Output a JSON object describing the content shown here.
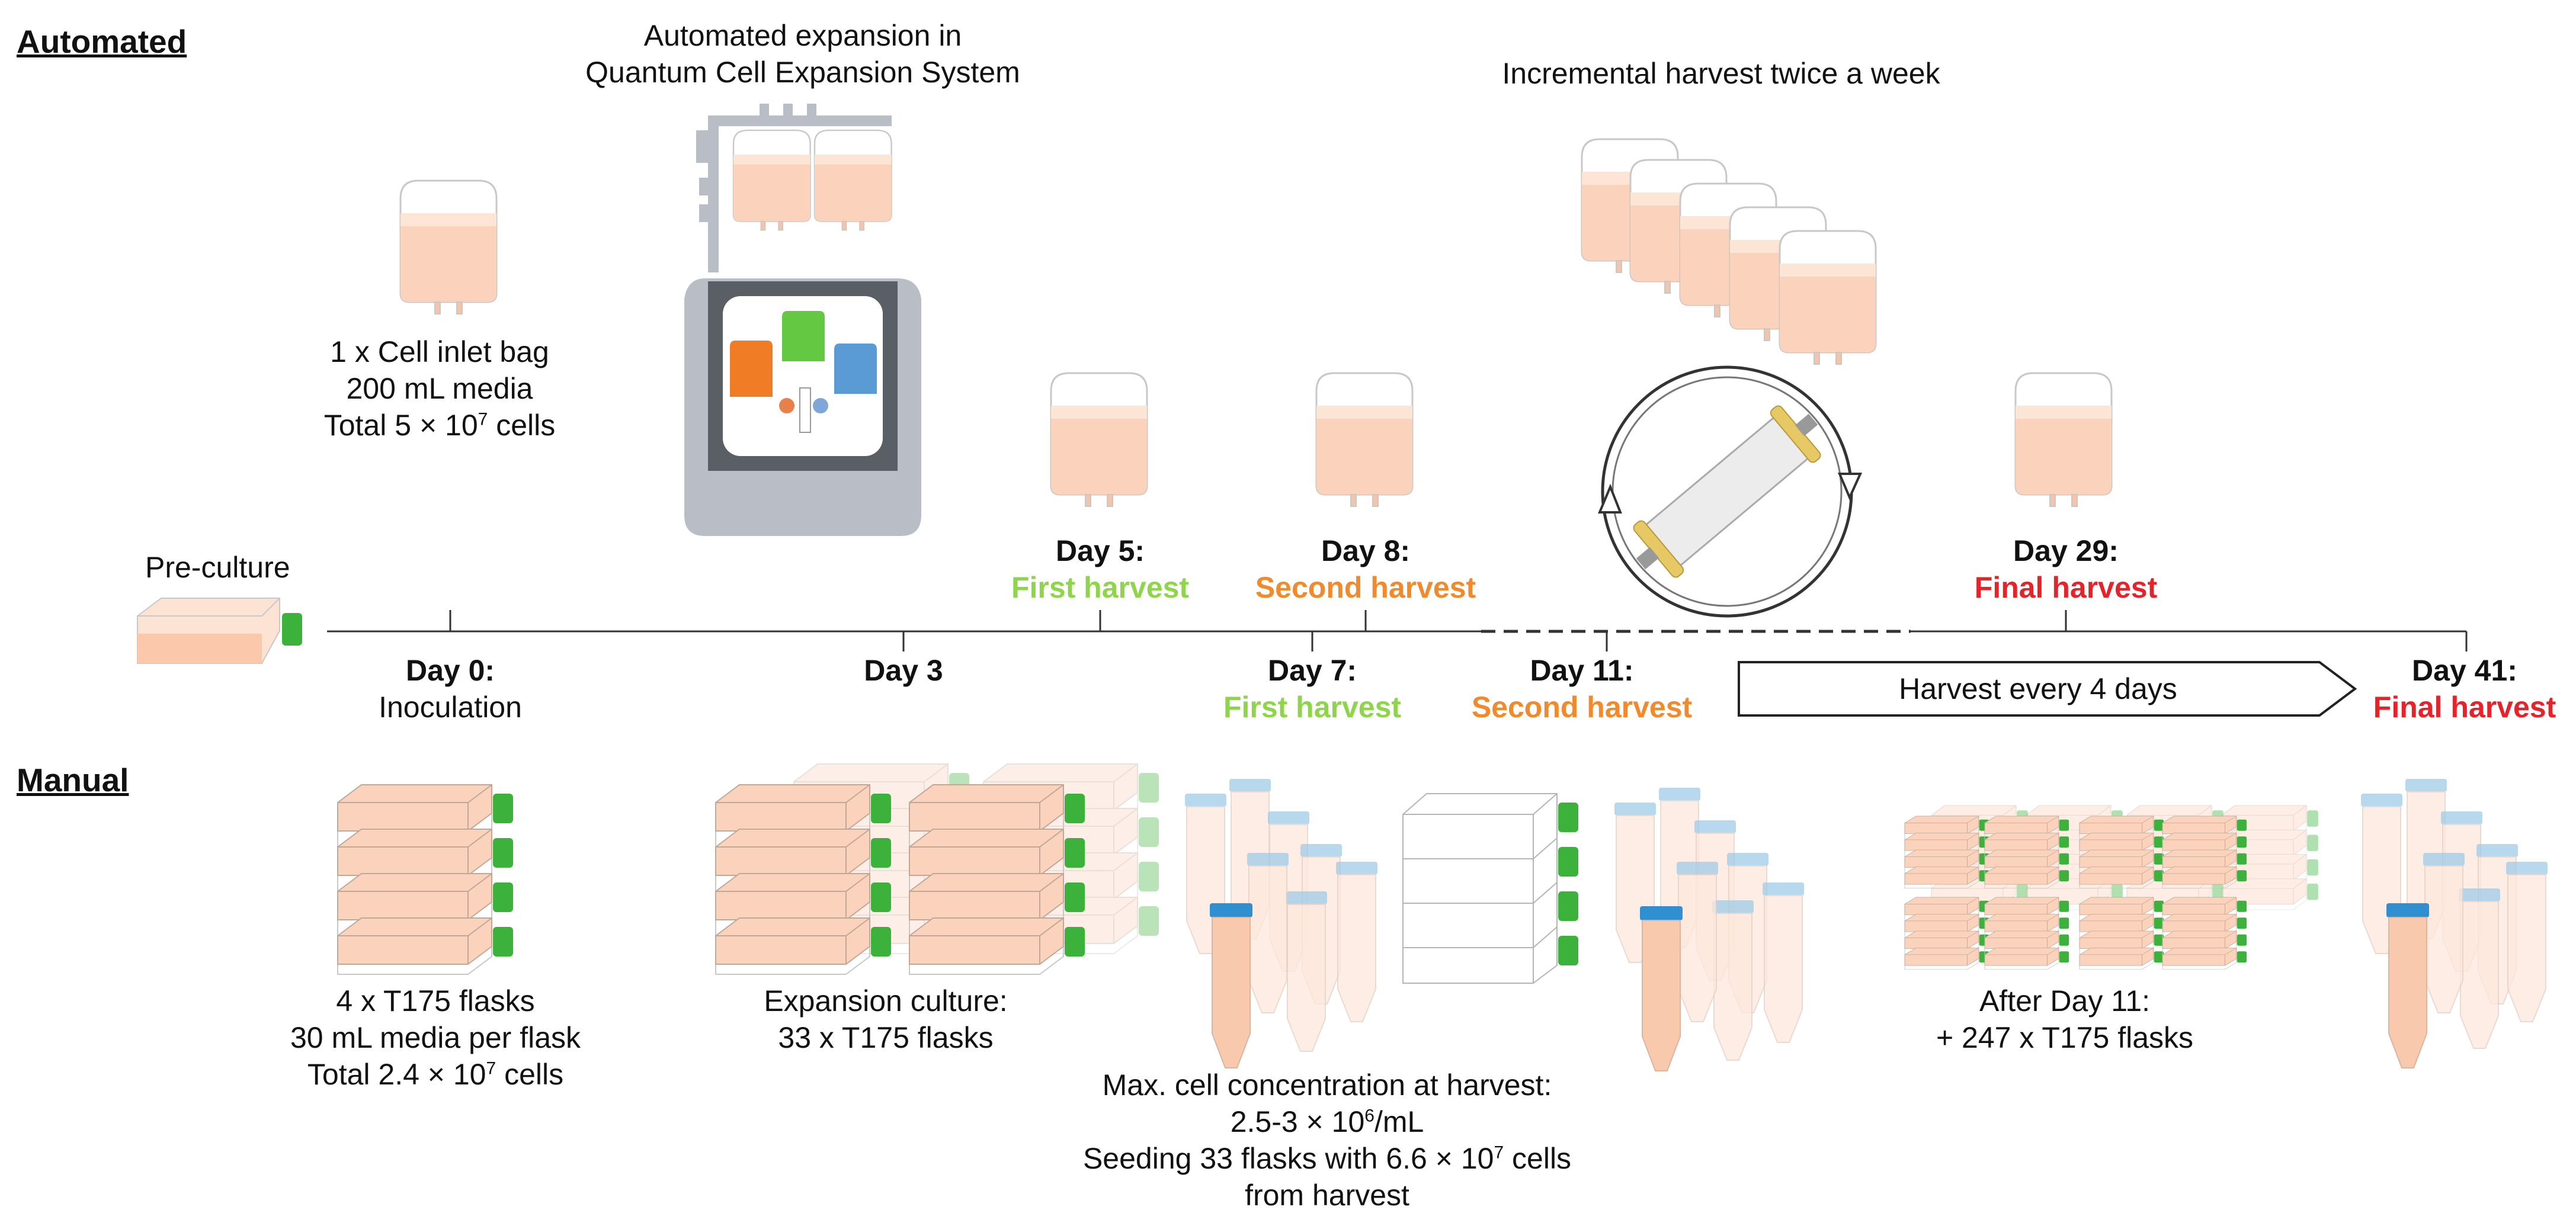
{
  "sections": {
    "automated": "Automated",
    "manual": "Manual"
  },
  "automated": {
    "preculture": "Pre-culture",
    "quantum_title_1": "Automated expansion in",
    "quantum_title_2": "Quantum Cell Expansion System",
    "inlet_1": "1 x Cell inlet bag",
    "inlet_2": "200 mL media",
    "inlet_3": "Total 5 × 10",
    "inlet_3_sup": "7",
    "inlet_3_tail": " cells",
    "incremental": "Incremental harvest twice a week",
    "day5": "Day 5:",
    "day5_sub": "First harvest",
    "day8": "Day 8:",
    "day8_sub": "Second harvest",
    "day29": "Day 29:",
    "day29_sub": "Final harvest"
  },
  "timeline": {
    "day0": "Day 0:",
    "day0_sub": "Inoculation",
    "day3": "Day 3",
    "day7": "Day 7:",
    "day7_sub": "First harvest",
    "day11": "Day 11:",
    "day11_sub": "Second harvest",
    "harvest_every": "Harvest every 4 days",
    "day41": "Day 41:",
    "day41_sub": "Final harvest"
  },
  "manual": {
    "flasks_1": "4 x T175 flasks",
    "flasks_2": "30 mL media per flask",
    "flasks_3": "Total 2.4 × 10",
    "flasks_3_sup": "7",
    "flasks_3_tail": " cells",
    "expansion_1": "Expansion culture:",
    "expansion_2": "33 x T175 flasks",
    "max_1": "Max. cell concentration at harvest:",
    "max_2": "2.5-3 × 10",
    "max_2_sup": "6",
    "max_2_tail": "/mL",
    "max_3a": "Seeding 33 flasks with 6.6 × 10",
    "max_3_sup": "7",
    "max_3b": " cells",
    "max_4": "from harvest",
    "after_1": "After Day 11:",
    "after_2": "+ 247 x T175 flasks"
  },
  "colors": {
    "bag_fill": "#fbd3bc",
    "cap_green": "#3cb23c",
    "tube_cap_blue": "#9fcbe8",
    "green_text": "#8ed54a",
    "orange_text": "#f08a2c",
    "red_text": "#e5232a",
    "device_gray": "#b9bec6"
  }
}
